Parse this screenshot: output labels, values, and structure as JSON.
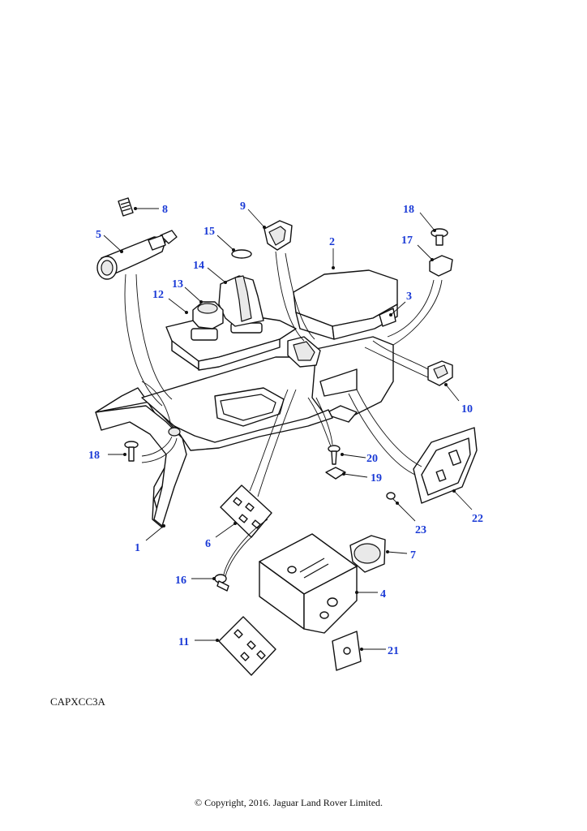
{
  "diagram": {
    "code": "CAPXCC3A",
    "copyright": "© Copyright, 2016. Jaguar Land Rover Limited.",
    "callouts": [
      {
        "id": "c1",
        "label": "1"
      },
      {
        "id": "c2",
        "label": "2"
      },
      {
        "id": "c3",
        "label": "3"
      },
      {
        "id": "c4",
        "label": "4"
      },
      {
        "id": "c5",
        "label": "5"
      },
      {
        "id": "c6",
        "label": "6"
      },
      {
        "id": "c7",
        "label": "7"
      },
      {
        "id": "c8",
        "label": "8"
      },
      {
        "id": "c9",
        "label": "9"
      },
      {
        "id": "c10",
        "label": "10"
      },
      {
        "id": "c11",
        "label": "11"
      },
      {
        "id": "c12",
        "label": "12"
      },
      {
        "id": "c13",
        "label": "13"
      },
      {
        "id": "c14",
        "label": "14"
      },
      {
        "id": "c15",
        "label": "15"
      },
      {
        "id": "c16",
        "label": "16"
      },
      {
        "id": "c17",
        "label": "17"
      },
      {
        "id": "c18a",
        "label": "18"
      },
      {
        "id": "c18b",
        "label": "18"
      },
      {
        "id": "c19",
        "label": "19"
      },
      {
        "id": "c20",
        "label": "20"
      },
      {
        "id": "c21",
        "label": "21"
      },
      {
        "id": "c22",
        "label": "22"
      },
      {
        "id": "c23",
        "label": "23"
      }
    ]
  }
}
